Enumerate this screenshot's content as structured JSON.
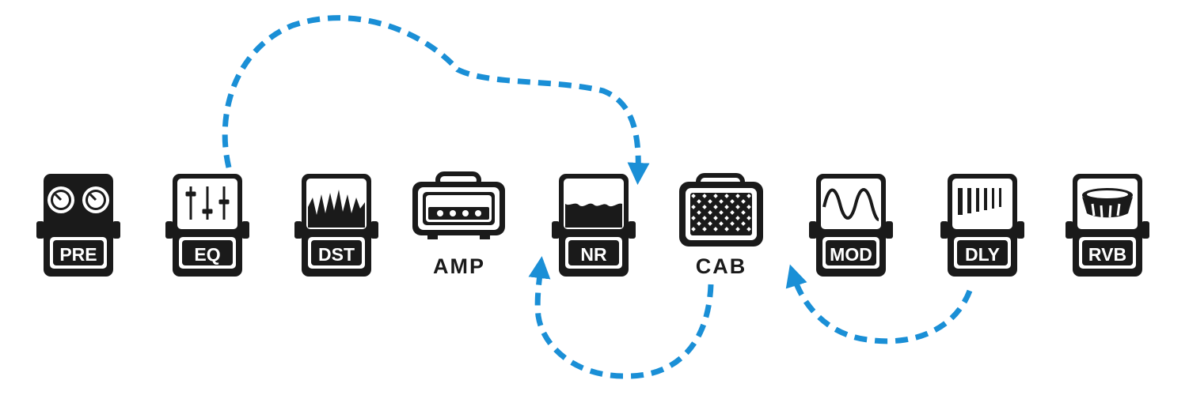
{
  "colors": {
    "accent": "#1a8fd6",
    "ink": "#1a1a1a",
    "paper": "#ffffff"
  },
  "blocks": [
    {
      "label": "PRE",
      "icon": "overdrive-knobs-icon"
    },
    {
      "label": "EQ",
      "icon": "eq-sliders-icon"
    },
    {
      "label": "DST",
      "icon": "distortion-wave-icon"
    },
    {
      "label": "AMP",
      "icon": "amp-head-icon"
    },
    {
      "label": "NR",
      "icon": "noise-reduction-wave-icon"
    },
    {
      "label": "CAB",
      "icon": "speaker-cabinet-icon"
    },
    {
      "label": "MOD",
      "icon": "sine-wave-icon"
    },
    {
      "label": "DLY",
      "icon": "delay-bars-icon"
    },
    {
      "label": "RVB",
      "icon": "reverb-drum-icon"
    }
  ],
  "routing": [
    {
      "from": "EQ",
      "to": "NR",
      "style": "dashed-arrow"
    },
    {
      "from": "CAB",
      "to": "NR",
      "style": "dashed-arrow"
    },
    {
      "from": "DLY",
      "to": "CAB",
      "style": "dashed-arrow"
    }
  ]
}
